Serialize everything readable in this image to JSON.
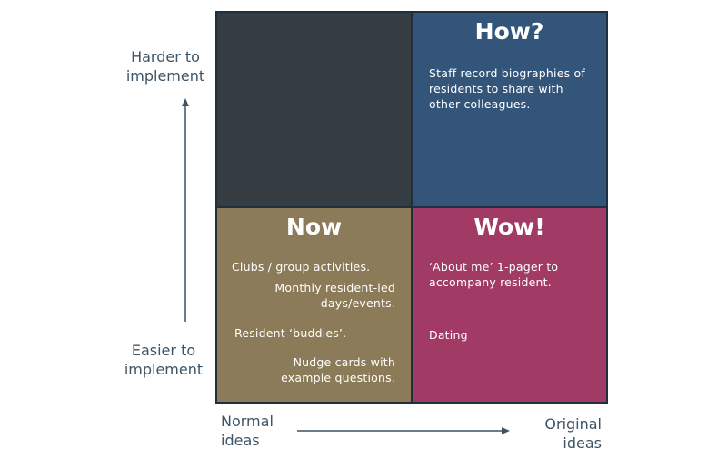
{
  "y_axis": {
    "top_label": [
      "Harder to",
      "implement"
    ],
    "bottom_label": [
      "Easier to",
      "implement"
    ]
  },
  "x_axis": {
    "left_label": [
      "Normal",
      "ideas"
    ],
    "right_label": [
      "Original",
      "ideas"
    ]
  },
  "quadrants": {
    "top_left": {
      "title": "",
      "items": []
    },
    "top_right": {
      "title": "How?",
      "items": [
        "Staff record biographies of",
        "residents to share with",
        "other colleagues."
      ]
    },
    "bottom_left": {
      "title": "Now",
      "items": [
        "Clubs / group activities.",
        "Monthly resident-led",
        "days/events.",
        "Resident ‘buddies’.",
        "Nudge cards with",
        "example questions."
      ]
    },
    "bottom_right": {
      "title": "Wow!",
      "items": [
        "‘About me’ 1-pager to",
        "accompany resident.",
        "Dating"
      ]
    }
  },
  "colors": {
    "top_left": "#363d42",
    "top_right": "#34557a",
    "bottom_left": "#8c7b58",
    "bottom_right": "#a13b66",
    "axis": "#3c5466"
  }
}
